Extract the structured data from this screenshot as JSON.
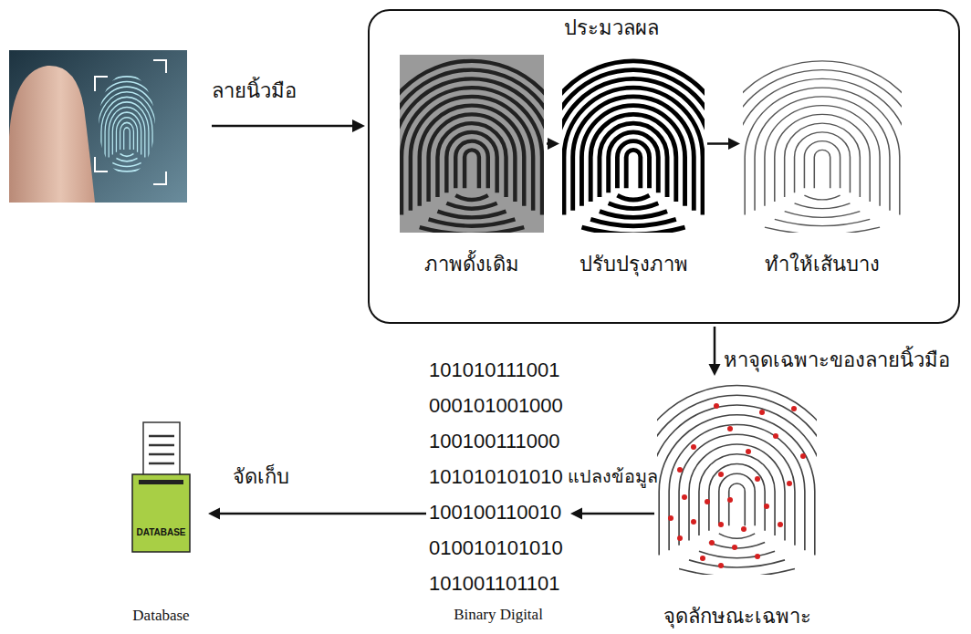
{
  "diagram": {
    "nodes": [
      {
        "text": [
          "ประมวลผล"
        ]
      },
      {
        "text": [
          "ภาพดั้งเดิม"
        ],
        "in": 0
      },
      {
        "text": [
          "ปรับปรุงภาพ"
        ],
        "in": 0
      },
      {
        "text": [
          "ทำให้เส้นบาง"
        ],
        "in": 0
      },
      {
        "text": [
          "จุดลักษณะเฉพาะ"
        ]
      },
      {
        "text": [
          "101010111001 000101001000 100100111000 101010101010 100100110010 010010101010 101001101101",
          "Binary Digital"
        ]
      },
      {
        "text": [
          "DATABASE",
          "Database"
        ]
      }
    ],
    "edges": [
      {
        "from": 1,
        "to": 2,
        "arrow": "to"
      },
      {
        "from": 2,
        "to": 3,
        "arrow": "to"
      },
      {
        "from": 0,
        "to": 4,
        "label": "หาจุดเฉพาะของลายนิ้วมือ",
        "arrow": "to"
      },
      {
        "from": 4,
        "to": 5,
        "label": "แปลงข้อมูล",
        "arrow": "to"
      },
      {
        "from": 5,
        "to": 6,
        "label": "จัดเก็บ",
        "arrow": "to"
      }
    ],
    "labels": [
      "ลายนิ้วมือ"
    ]
  }
}
